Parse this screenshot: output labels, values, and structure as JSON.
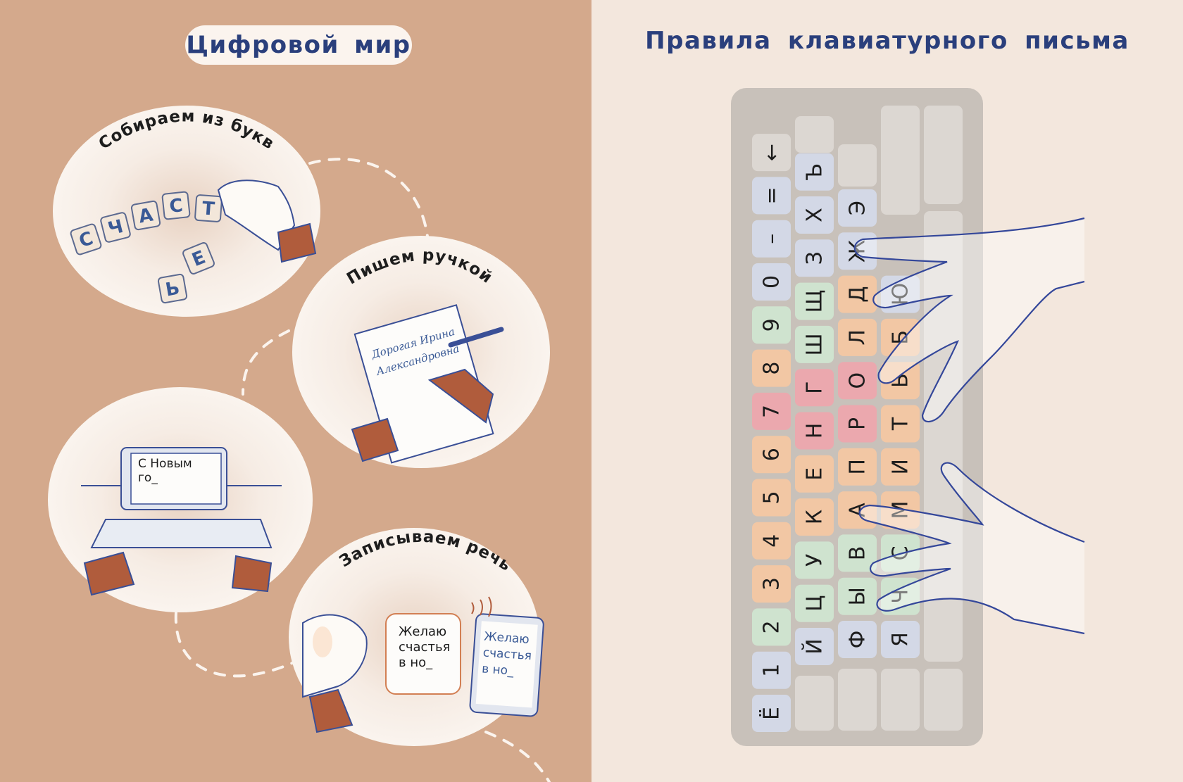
{
  "left_page": {
    "chapter_title": "Цифровой мир",
    "scenes": [
      {
        "caption": "Собираем из букв",
        "tiles": [
          "С",
          "Ч",
          "А",
          "С",
          "Т",
          "Ь",
          "Е"
        ]
      },
      {
        "caption": "Пишем ручкой",
        "handwriting": [
          "Дорогая Ирина",
          "Александровна"
        ]
      },
      {
        "caption": "",
        "screen_text": [
          "С Новым",
          "го_"
        ]
      },
      {
        "caption": "Записываем речь",
        "bubble_text": [
          "Желаю",
          "счастья",
          "в но_"
        ],
        "phone_text": [
          "Желаю",
          "счастья",
          "в но_"
        ]
      }
    ]
  },
  "right_page": {
    "title": "Правила клавиатурного письма",
    "keyboard": {
      "number_row": [
        "Ё",
        "1",
        "2",
        "3",
        "4",
        "5",
        "6",
        "7",
        "8",
        "9",
        "0",
        "–",
        "=",
        "←"
      ],
      "top_row": [
        "Й",
        "Ц",
        "У",
        "К",
        "Е",
        "Н",
        "Г",
        "Ш",
        "Щ",
        "З",
        "Х",
        "Ъ"
      ],
      "home_row": [
        "Ф",
        "Ы",
        "В",
        "А",
        "П",
        "Р",
        "О",
        "Л",
        "Д",
        "Ж",
        "Э"
      ],
      "bottom_row": [
        "Я",
        "Ч",
        "С",
        "М",
        "И",
        "Т",
        "Ь",
        "Б",
        "Ю"
      ],
      "colors": {
        "frame": "#c8c1ba",
        "blue": "#d3d8e6",
        "green": "#cfe3cf",
        "orange": "#f2c7a4",
        "pink": "#eba8ae",
        "grey": "#dcd7d2"
      }
    }
  }
}
